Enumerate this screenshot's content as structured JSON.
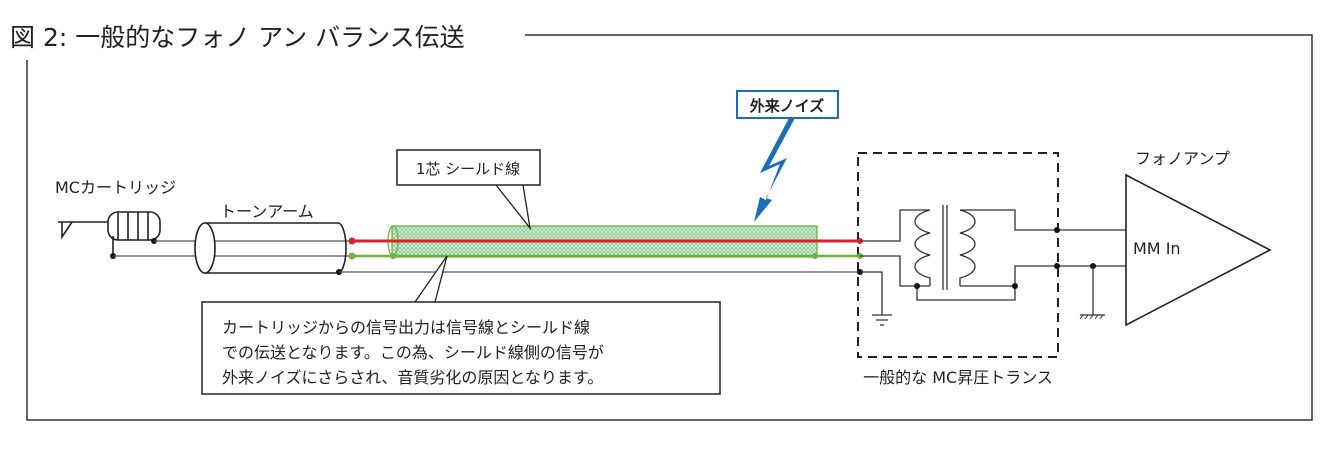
{
  "title": "図 2: 一般的なフォノ アン バランス伝送",
  "labels": {
    "cartridge": "MCカートリッジ",
    "tonearm": "トーンアーム",
    "shield_cable": "1芯 シールド線",
    "noise": "外来ノイズ",
    "transformer": "一般的な MC昇圧トランス",
    "phono_amp": "フォノアンプ",
    "mm_in": "MM In"
  },
  "callout": {
    "lines": [
      "カートリッジからの信号出力は信号線とシールド線",
      "での伝送となります。この為、シールド線側の信号が",
      "外来ノイズにさらされ、音質劣化の原因となります。"
    ]
  },
  "colors": {
    "signal": "#d9232a",
    "shield": "#6db33f",
    "shield_fill": "#bfe3c3",
    "noise": "#1a6fb8",
    "line": "#222222"
  }
}
